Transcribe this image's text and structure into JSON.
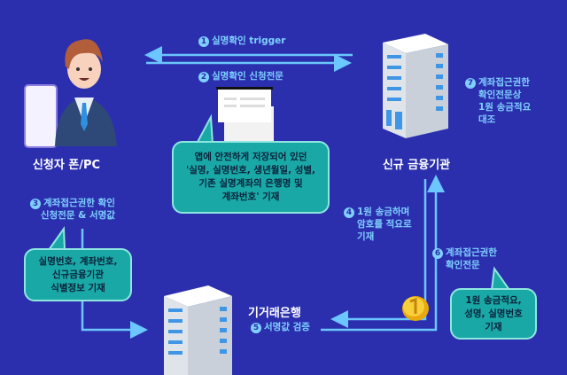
{
  "nodes": {
    "applicant": "신청자 폰/PC",
    "new_institution": "신규 금융기관",
    "existing_bank": "기거래은행"
  },
  "steps": [
    {
      "num": "1",
      "lines": [
        "실명확인 trigger"
      ]
    },
    {
      "num": "2",
      "lines": [
        "실명확인 신청전문"
      ]
    },
    {
      "num": "3",
      "lines": [
        "계좌접근권한 확인",
        "신청전문 & 서명값"
      ]
    },
    {
      "num": "4",
      "lines": [
        "1원 송금하며",
        "암호를 적요로",
        "기재"
      ]
    },
    {
      "num": "5",
      "lines": [
        "서명값 검증"
      ]
    },
    {
      "num": "6",
      "lines": [
        "계좌접근권한",
        "확인전문"
      ]
    },
    {
      "num": "7",
      "lines": [
        "계좌접근권한",
        "확인전문상",
        "1원 송금적요",
        "대조"
      ]
    }
  ],
  "bubbles": {
    "app_data": [
      "앱에 안전하게 저장되어 있던",
      "'실명, 실명번호, 생년월일, 성별,",
      "기존 실명계좌의 은행명 및",
      "계좌번호' 기재"
    ],
    "request": [
      "실명번호, 계좌번호,",
      "신규금융기관",
      "식별정보 기재"
    ],
    "confirm": [
      "1원 송금적요,",
      "성명, 실명번호",
      "기재"
    ]
  },
  "colors": {
    "background": "#2b2fae",
    "arrow": "#6cc6ff",
    "bubble": "#1aa8a6"
  }
}
